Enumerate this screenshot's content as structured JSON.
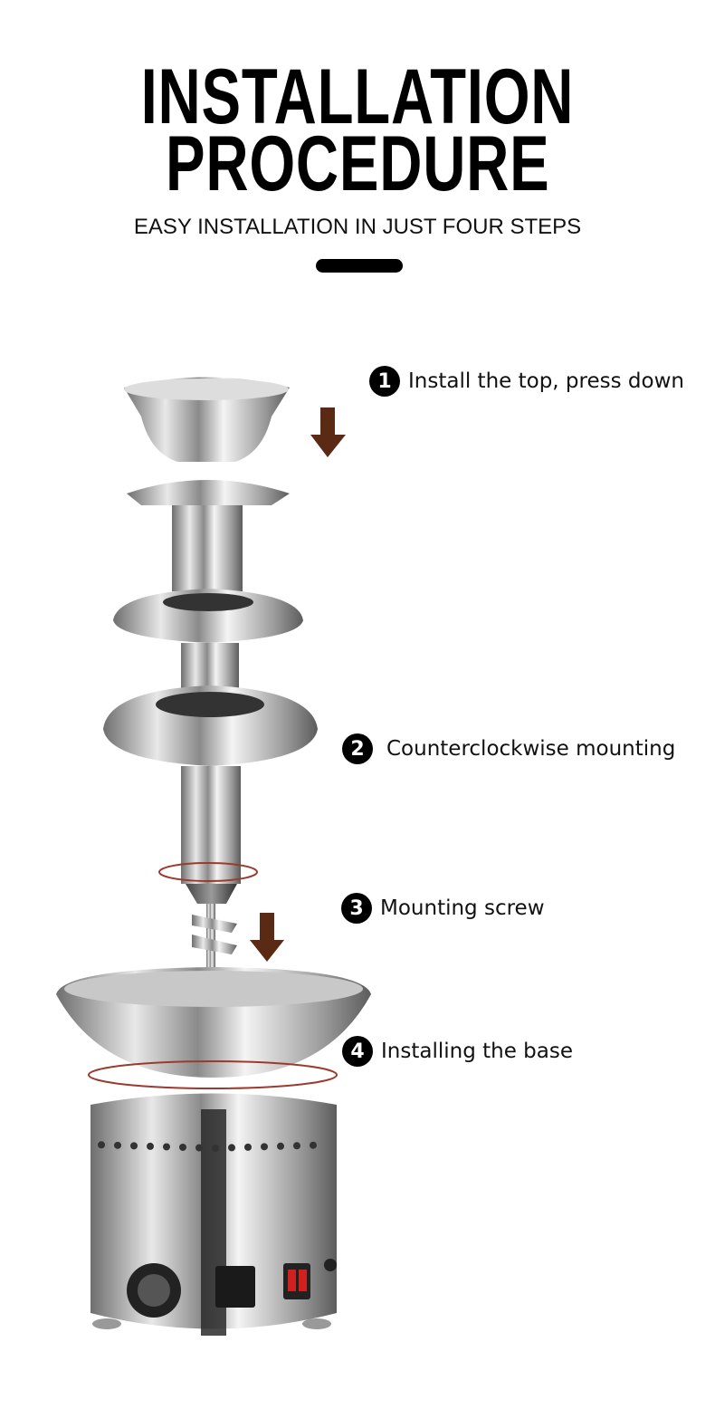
{
  "header": {
    "title_line1": "INSTALLATION",
    "title_line2": "PROCEDURE",
    "subtitle": "EASY INSTALLATION IN JUST FOUR STEPS"
  },
  "steps": [
    {
      "number": "1",
      "label": "Install the top, press down"
    },
    {
      "number": "2",
      "label": "Counterclockwise mounting"
    },
    {
      "number": "3",
      "label": "Mounting screw"
    },
    {
      "number": "4",
      "label": "Installing the base"
    }
  ],
  "colors": {
    "arrow": "#5a2a14",
    "ring": "#9b3b2e",
    "accent": "#000000"
  }
}
